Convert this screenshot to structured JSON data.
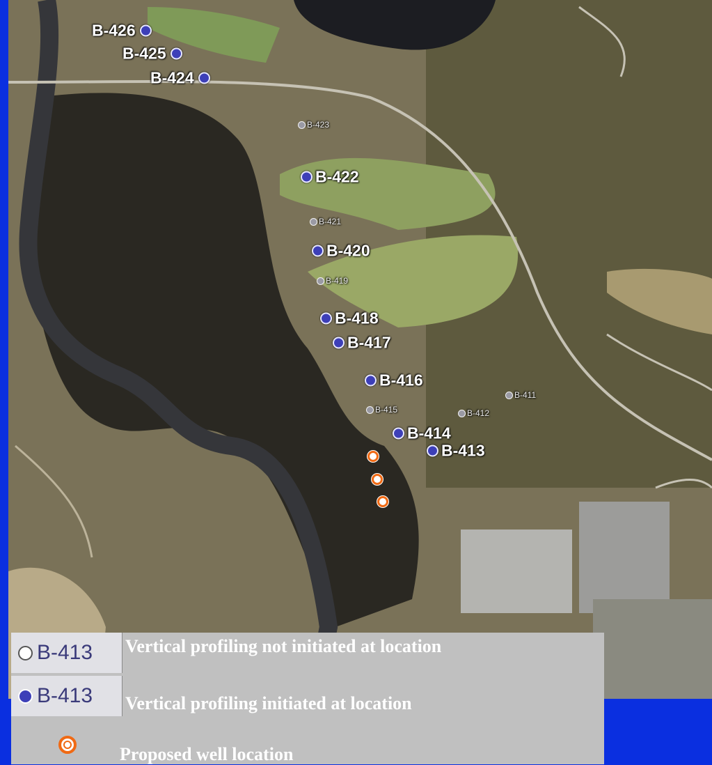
{
  "map": {
    "borings_initiated": [
      {
        "id": "B-426"
      },
      {
        "id": "B-425"
      },
      {
        "id": "B-424"
      },
      {
        "id": "B-422"
      },
      {
        "id": "B-420"
      },
      {
        "id": "B-418"
      },
      {
        "id": "B-417"
      },
      {
        "id": "B-416"
      },
      {
        "id": "B-414"
      },
      {
        "id": "B-413"
      }
    ],
    "borings_not_initiated": [
      {
        "id": "B-423"
      },
      {
        "id": "B-421"
      },
      {
        "id": "B-419"
      },
      {
        "id": "B-415"
      },
      {
        "id": "B-412"
      },
      {
        "id": "B-411"
      }
    ],
    "proposed_wells_count": 3
  },
  "legend": {
    "not_initiated_code": "B-413",
    "not_initiated_text": "Vertical profiling not initiated at location",
    "initiated_code": "B-413",
    "initiated_text": "Vertical profiling initiated at location",
    "proposed_text": "Proposed well location"
  },
  "colors": {
    "background": "#0a2fe0",
    "initiated_marker": "#3d3fb8",
    "not_initiated_marker": "#9a9aa4",
    "proposed_well": "#f06a14",
    "legend_panel": "#c0c0c0"
  }
}
